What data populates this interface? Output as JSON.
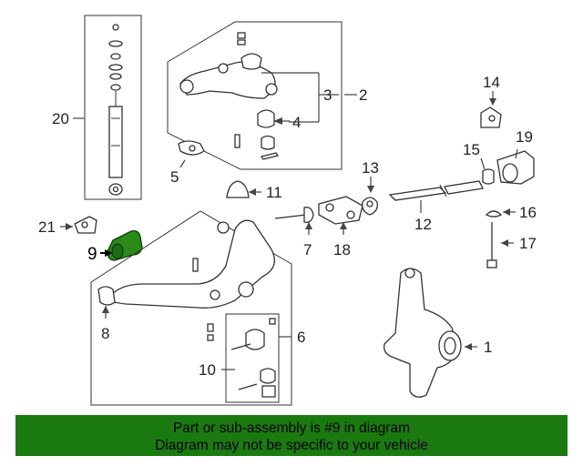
{
  "callouts": {
    "c1": "1",
    "c2": "2",
    "c3": "3",
    "c4": "4",
    "c5": "5",
    "c6": "6",
    "c7": "7",
    "c8": "8",
    "c9": "9",
    "c10": "10",
    "c11": "11",
    "c12": "12",
    "c13": "13",
    "c14": "14",
    "c15": "15",
    "c16": "16",
    "c17": "17",
    "c18": "18",
    "c19": "19",
    "c20": "20",
    "c21": "21"
  },
  "highlight": {
    "part": "9",
    "color": "#2a8a1a"
  },
  "banner": {
    "line1": "Part or sub-assembly is #9 in diagram",
    "line2": "Diagram may not be specific to your vehicle",
    "bg": "#1a7a10"
  }
}
